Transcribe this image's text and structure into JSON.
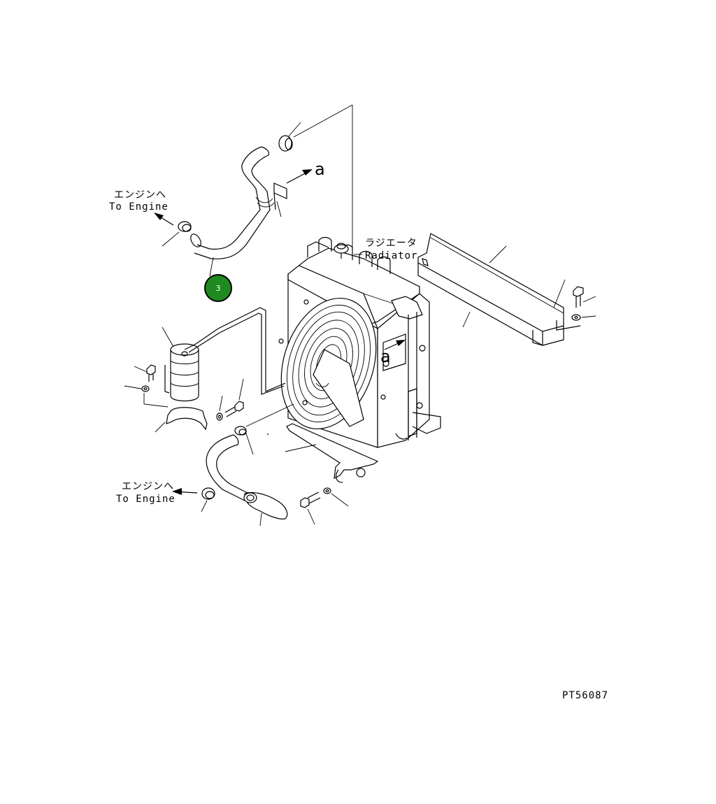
{
  "labels": {
    "to_engine_upper_jp": "エンジンへ",
    "to_engine_upper_en": "To Engine",
    "radiator_jp": "ラジエータ",
    "radiator_en": "Radiator",
    "to_engine_lower_jp": "エンジンへ",
    "to_engine_lower_en": "To Engine",
    "view_a_top": "a",
    "view_a_radiator": "a",
    "drawing_code": "PT56087"
  },
  "callouts": [
    {
      "number": "3",
      "color": "#1f8a1f"
    }
  ]
}
